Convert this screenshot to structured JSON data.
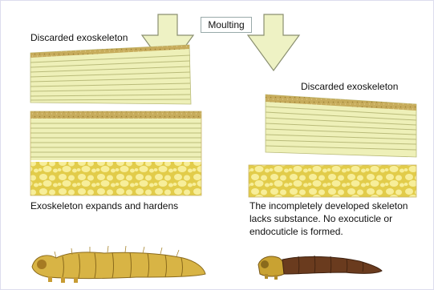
{
  "title": "Moulting",
  "left": {
    "top_label": "Discarded exoskeleton",
    "bottom_label": "Exoskeleton expands and hardens"
  },
  "right": {
    "top_label": "Discarded exoskeleton",
    "caption_lines": [
      "The incompletely developed skeleton",
      "lacks substance. No exocuticle or",
      "endocuticle is formed."
    ]
  },
  "colors": {
    "background": "#ffffff",
    "arrow_fill": "#eef2c4",
    "arrow_stroke": "#8a8f70",
    "sand_layer": "#c7ac5c",
    "laminae_light": "#eef0b8",
    "laminae_line": "#b9bb7a",
    "foam_bg": "#e2cc4a",
    "foam_cell": "#f7ee9a",
    "larva_healthy": "#d8b445",
    "larva_dark": "#6a3b1e"
  }
}
